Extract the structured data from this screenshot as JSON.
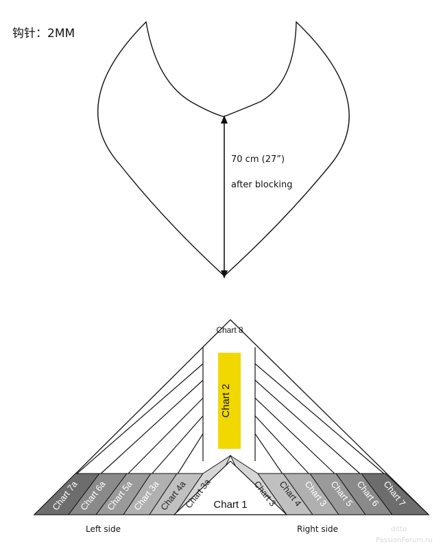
{
  "hook": {
    "label": "钩针：2MM"
  },
  "shape": {
    "measurement": "70 cm (27”)",
    "note": "after blocking"
  },
  "chart_diagram": {
    "top": "Chart 8",
    "center": "Chart 2",
    "bottom_center": "Chart 1",
    "left_bands": [
      "Chart 7a",
      "Chart 6a",
      "Chart 5a",
      "Chart 3a",
      "Chart 4a",
      "Chart 3a"
    ],
    "right_bands": [
      "Chart 3",
      "Chart 4",
      "Chart 3",
      "Chart 5",
      "Chart 6",
      "Chart 7"
    ],
    "left_side": "Left side",
    "right_side": "Right side"
  },
  "watermark": {
    "logo": "ditto",
    "site": "PassionForum.ru"
  },
  "colors": {
    "highlight": "#f0d800",
    "band_dark": "#6d6d6d",
    "band_mid": "#8a8a8a",
    "band_light": "#b0b0b0",
    "band_pale": "#cfcfcf"
  }
}
